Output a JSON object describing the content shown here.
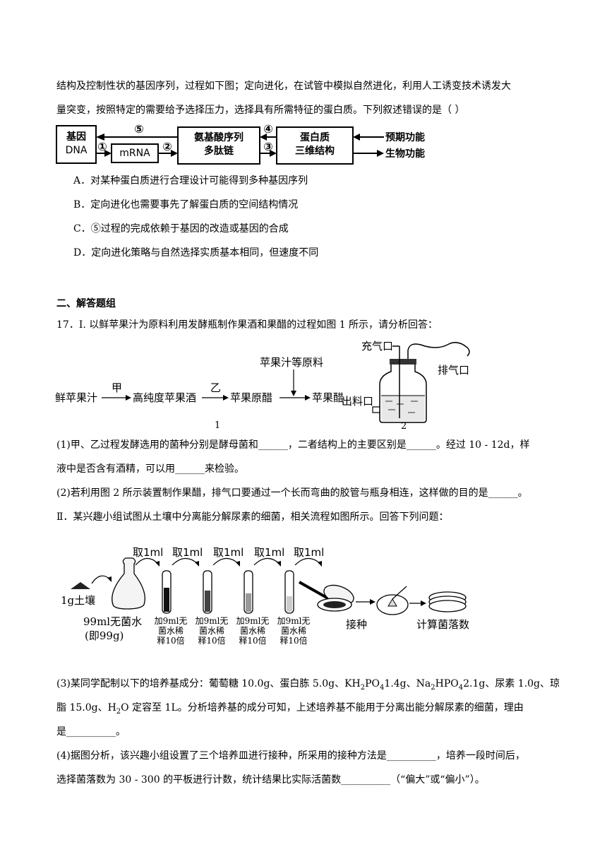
{
  "q16": {
    "line1": "结构及控制性状的基因序列，过程如下图；定向进化，在试管中模拟自然进化，利用人工诱变技术诱发大",
    "line2": "量突变，按照特定的需要给予选择压力，选择具有所需特征的蛋白质。下列叙述错误的是（    ）",
    "flow": {
      "gene_line1": "基因",
      "gene_line2": "DNA",
      "mrna": "mRNA",
      "aa_line1": "氨基酸序列",
      "aa_line2": "多肽链",
      "protein_line1": "蛋白质",
      "protein_line2": "三维结构",
      "step1": "①",
      "step2": "②",
      "step3": "③",
      "step4": "④",
      "step5": "⑤",
      "expected_func": "预期功能",
      "bio_func": "生物功能"
    },
    "optA": "A．对某种蛋白质进行合理设计可能得到多种基因序列",
    "optB": "B．定向进化也需要事先了解蛋白质的空间结构情况",
    "optC": "C．⑤过程的完成依赖于基因的改造或基因的合成",
    "optD": "D．定向进化策略与自然选择实质基本相同，但速度不同"
  },
  "section2": {
    "title": "二、解答题组"
  },
  "q17": {
    "intro": "17．I. 以鲜苹果汁为原料利用发酵瓶制作果酒和果醋的过程如图 1 所示，请分析回答：",
    "fig1": {
      "fresh": "鲜苹果汁",
      "jia": "甲",
      "wine": "高纯度苹果酒",
      "yi": "乙",
      "raw_vinegar": "苹果原醋",
      "vinegar": "苹果醋",
      "raw_material": "苹果汁等原料",
      "num": "1"
    },
    "fig2": {
      "inlet": "充气口",
      "exhaust": "排气口",
      "outlet": "出料口",
      "num": "2"
    },
    "p1_line1": "(1)甲、乙过程发酵选用的菌种分别是酵母菌和______，二者结构上的主要区别是______。经过 10 - 12d，样",
    "p1_line2": "液中是否含有酒精，可以用______来检验。",
    "p2": "(2)若利用图 2 所示装置制作果醋，排气口要通过一个长而弯曲的胶管与瓶身相连，这样做的目的是______。",
    "part2": "Ⅱ．某兴趣小组试图从土壤中分离能分解尿素的细菌，相关流程如图所示。回答下列问题：",
    "fig3": {
      "take": [
        "取1ml",
        "取1ml",
        "取1ml",
        "取1ml",
        "取1ml"
      ],
      "soil": "1g土壤",
      "water_line1": "99ml无菌水",
      "water_line2": "(即99g)",
      "dilute": [
        "加9ml无",
        "菌水稀",
        "释10倍"
      ],
      "inoculate": "接种",
      "count": "计算菌落数"
    },
    "p3_a": "(3)某同学配制以下的培养基成分：葡萄糖 10.0g、蛋白胨 5.0g、KH",
    "p3_sub1": "2",
    "p3_b": "PO",
    "p3_sub2": "4",
    "p3_c": "1.4g、Na",
    "p3_sub3": "2",
    "p3_d": "HPO",
    "p3_sub4": "4",
    "p3_e": "2.1g、尿素 1.0g、琼",
    "p3_line2_a": "脂 15.0g、H",
    "p3_line2_sub": "2",
    "p3_line2_b": "O 定容至 1L。分析培养基的成分可知，上述培养基不能用于分离出能分解尿素的细菌，理由",
    "p3_line3": "是__________。",
    "p4_line1": "(4)据图分析，该兴趣小组设置了三个培养皿进行接种，所采用的接种方法是__________，培养一段时间后，",
    "p4_line2": "选择菌落数为 30 - 300 的平板进行计数，统计结果比实际活菌数__________（“偏大”或“偏小”）。"
  }
}
